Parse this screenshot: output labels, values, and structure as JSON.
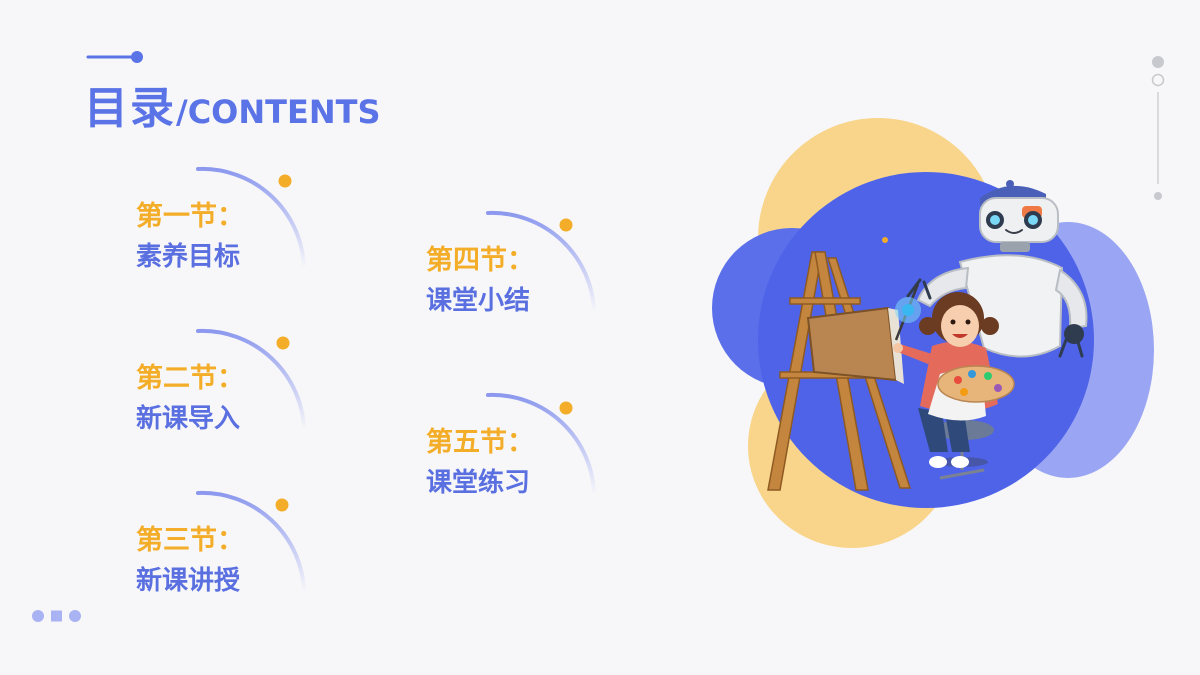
{
  "header": {
    "title_cn": "目录",
    "title_en": "/CONTENTS"
  },
  "sections": [
    {
      "label": "第一节：",
      "name": "素养目标"
    },
    {
      "label": "第二节：",
      "name": "新课导入"
    },
    {
      "label": "第三节：",
      "name": "新课讲授"
    },
    {
      "label": "第四节：",
      "name": "课堂小结"
    },
    {
      "label": "第五节：",
      "name": "课堂练习"
    }
  ],
  "colors": {
    "primary": "#5a73e6",
    "accent": "#f4ad28",
    "blob_yellow": "#f8d58a",
    "blob_blue": "#4e63e8"
  },
  "illustration": {
    "icons": [
      "easel-icon",
      "robot-icon",
      "girl-painter-icon",
      "palette-icon"
    ]
  }
}
